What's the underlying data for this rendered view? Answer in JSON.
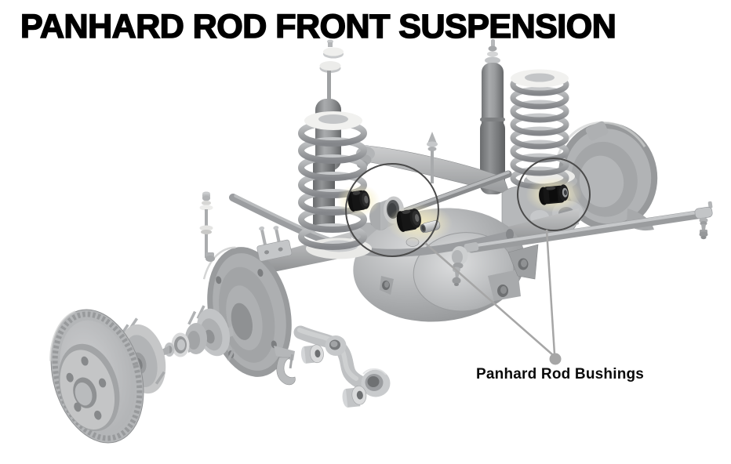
{
  "title": "PANHARD ROD FRONT SUSPENSION",
  "callout": {
    "label": "Panhard Rod Bushings",
    "line_color": "#a6a6a6",
    "dot_color": "#a6a6a6",
    "circle_color": "#4a4a4a"
  },
  "colors": {
    "background": "#ffffff",
    "title_text": "#000000",
    "label_text": "#0a0a0a",
    "metal_light": "#d8d9da",
    "metal_mid": "#aeb0b2",
    "metal_dark": "#8b8d8f",
    "white_part": "#f1f1ef",
    "bushing_black": "#161616",
    "highlight_glow": "#f5ecbe"
  },
  "parts": [
    "coil-spring-left",
    "shock-absorber-left",
    "coil-spring-right",
    "shock-absorber-right",
    "differential-housing",
    "axle-tube-left",
    "axle-tube-right",
    "control-arm",
    "track-bar",
    "tie-rod-end-left",
    "tie-rod-end-right",
    "track-bar-bracket",
    "sway-bar",
    "backing-plate-left",
    "backing-plate-right",
    "hub-bearing-assembly",
    "brake-rotor",
    "steering-arm",
    "panhard-rod-bushing-1",
    "panhard-rod-bushing-2",
    "panhard-rod-bushing-3",
    "bushing-sleeve"
  ]
}
